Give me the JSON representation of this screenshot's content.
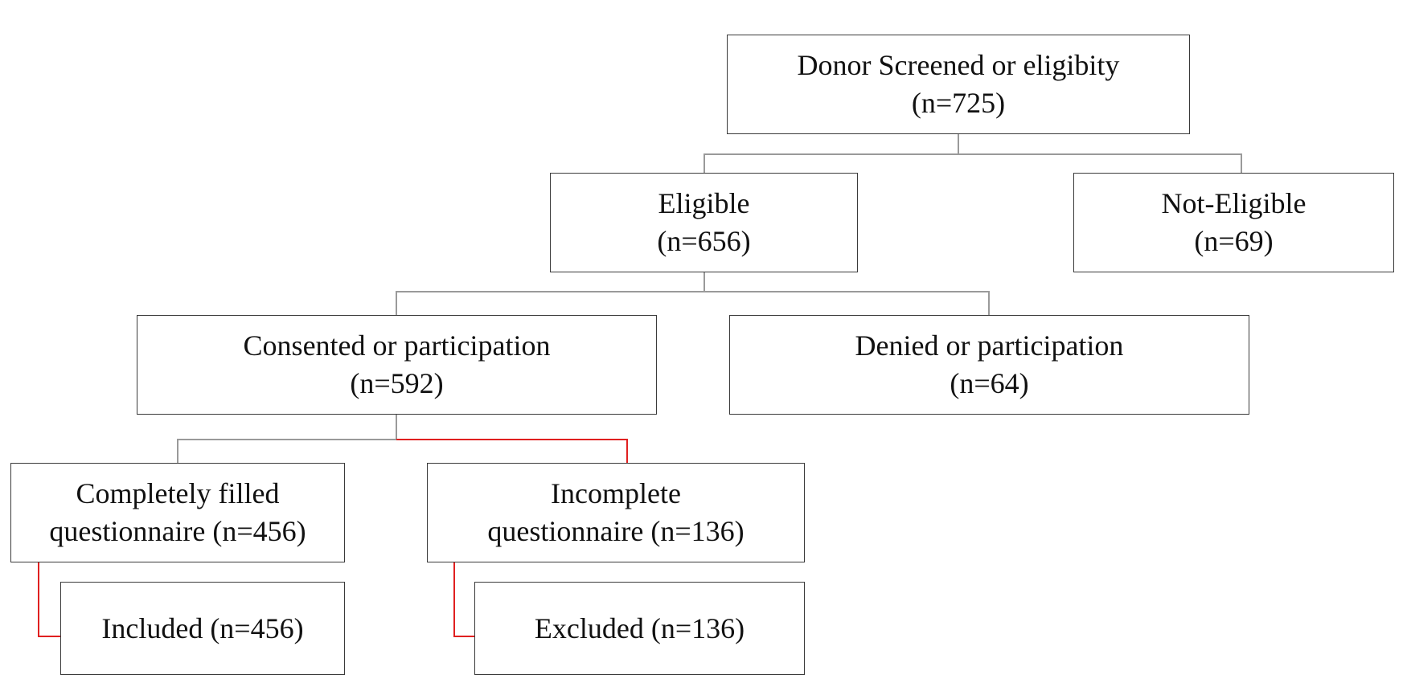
{
  "flowchart": {
    "screened": {
      "label": "Donor Screened or eligibity",
      "count": "(n=725)"
    },
    "eligible": {
      "label": "Eligible",
      "count": "(n=656)"
    },
    "not_eligible": {
      "label": "Not-Eligible",
      "count": "(n=69)"
    },
    "consented": {
      "label": "Consented or participation",
      "count": "(n=592)"
    },
    "denied": {
      "label": "Denied or participation",
      "count": "(n=64)"
    },
    "complete": {
      "label": "Completely filled",
      "label2": "questionnaire (n=456)"
    },
    "incomplete": {
      "label": "Incomplete",
      "label2": "questionnaire (n=136)"
    },
    "included": {
      "label": "Included (n=456)"
    },
    "excluded": {
      "label": "Excluded (n=136)"
    }
  },
  "colors": {
    "connector_gray": "#9a9a9a",
    "connector_red": "#e02020",
    "box_border": "#3a3a3a"
  }
}
